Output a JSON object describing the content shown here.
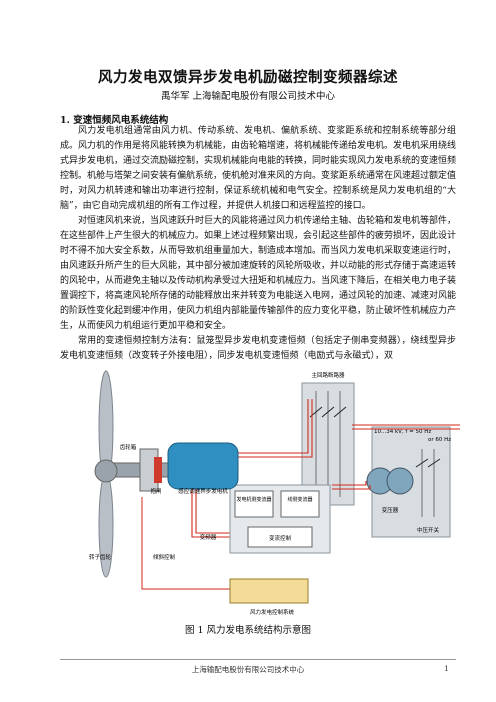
{
  "title": "风力发电双馈异步发电机励磁控制变频器综述",
  "author": "禹华军  上海输配电股份有限公司技术中心",
  "section_heading": "1.  变速恒频风电系统结构",
  "paragraphs": [
    "风力发电机组通常由风力机、传动系统、发电机、偏航系统、变浆距系统和控制系统等部分组成。风力机的作用是将风能转换为机械能，由齿轮箱增速，将机械能传递给发电机。发电机采用绕线式异步发电机，通过交流励磁控制，实现机械能向电能的转换，同时能实现风力发电系统的变速恒频控制。机舱与塔架之间安装有偏航系统，使机舱对准来风的方向。变浆距系统通常在风速超过额定值时，对风力机转速和输出功率进行控制，保证系统机械和电气安全。控制系统是风力发电机组的“大脑”，由它自动完成机组的所有工作过程，并提供人机接口和远程监控的接口。",
    "对恒速风机来说，当风速跃升时巨大的风能将通过风力机传递给主轴、齿轮箱和发电机等部件，在这些部件上产生很大的机械应力。如果上述过程频繁出现，会引起这些部件的疲劳损坏，因此设计时不得不加大安全系数，从而导致机组重量加大，制造成本增加。而当风力发电机采取变速运行时，由风速跃升所产生的巨大风能，其中部分被加速旋转的风轮所吸收，并以动能的形式存储于高速运转的风轮中，从而避免主轴以及传动机构承受过大扭矩和机械应力。当风速下降后，在相关电力电子装置调控下，将高速风轮所存储的动能释放出来并转变为电能送入电网，通过风轮的加速、减速对风能的阶跃性变化起到缓冲作用，使风力机组内部能量传输部件的应力变化平稳，防止破坏性机械应力产生，从而使风力机组运行更加平稳和安全。",
    "常用的变速恒频控制方法有：鼠笼型异步发电机变速恒频（包括定子侧串变频器），绕线型异步发电机变速恒频（改变转子外接电阻），同步发电机变速恒频（电励式与永磁式），双"
  ],
  "figure": {
    "labels": {
      "main_breaker": "主回路断路器",
      "grid": "10...34 kV, f = 50 Hz or 60 Hz",
      "gearbox": "齿轮箱",
      "coupling": "抱闸",
      "generator": "感应调速异步发电机",
      "machine_converter": "发电机侧变流器",
      "grid_converter": "线侧变流器",
      "transformer": "变压器",
      "mv_switch": "中压开关",
      "rotor_bearing": "转子齿轮",
      "pitch_control": "倾斜控制",
      "frequency_converter": "变频器",
      "converter_control": "变流控制",
      "wt_control": "风力发电控制系统"
    }
  },
  "caption": "图 1  风力发电系统结构示意图",
  "footer": "上海输配电股份有限公司技术中心",
  "page_number": "1",
  "colors": {
    "blade": "#b9bfc6",
    "nacelle_shaft": "#9aa3ab",
    "generator": "#2e8fc0",
    "cabinet": "#d8dde2",
    "wire_red": "#d1291b",
    "control_box": "#f3dc98",
    "transformer": "#7fa6bd"
  }
}
